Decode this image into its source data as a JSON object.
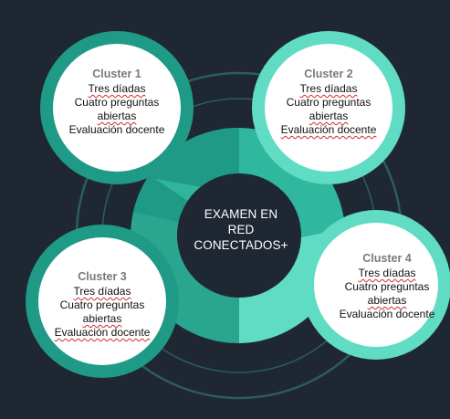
{
  "center": {
    "lines": [
      "EXAMEN EN",
      "RED",
      "CONECTADOS+"
    ]
  },
  "clusters": [
    {
      "title": "Cluster 1",
      "lines": [
        "Tres díadas",
        "Cuatro preguntas",
        "abiertas",
        "Evaluación docente"
      ]
    },
    {
      "title": "Cluster 2",
      "lines": [
        "Tres díadas",
        "Cuatro preguntas",
        "abiertas",
        "Evaluación docente"
      ]
    },
    {
      "title": "Cluster 3",
      "lines": [
        "Tres díadas",
        "Cuatro preguntas",
        "abiertas",
        "Evaluación docente"
      ]
    },
    {
      "title": "Cluster 4",
      "lines": [
        "Tres díadas",
        "Cuatro preguntas",
        "abiertas",
        "Evaluación docente"
      ]
    }
  ],
  "colors": {
    "background": "#1f2733",
    "teal_dark": "#1f9a86",
    "teal_medium": "#2fb79f",
    "teal_light": "#5fdcc3",
    "ring": "#2a5f5a",
    "center_circle": "#1f2733",
    "cluster_fill": "#ffffff"
  }
}
